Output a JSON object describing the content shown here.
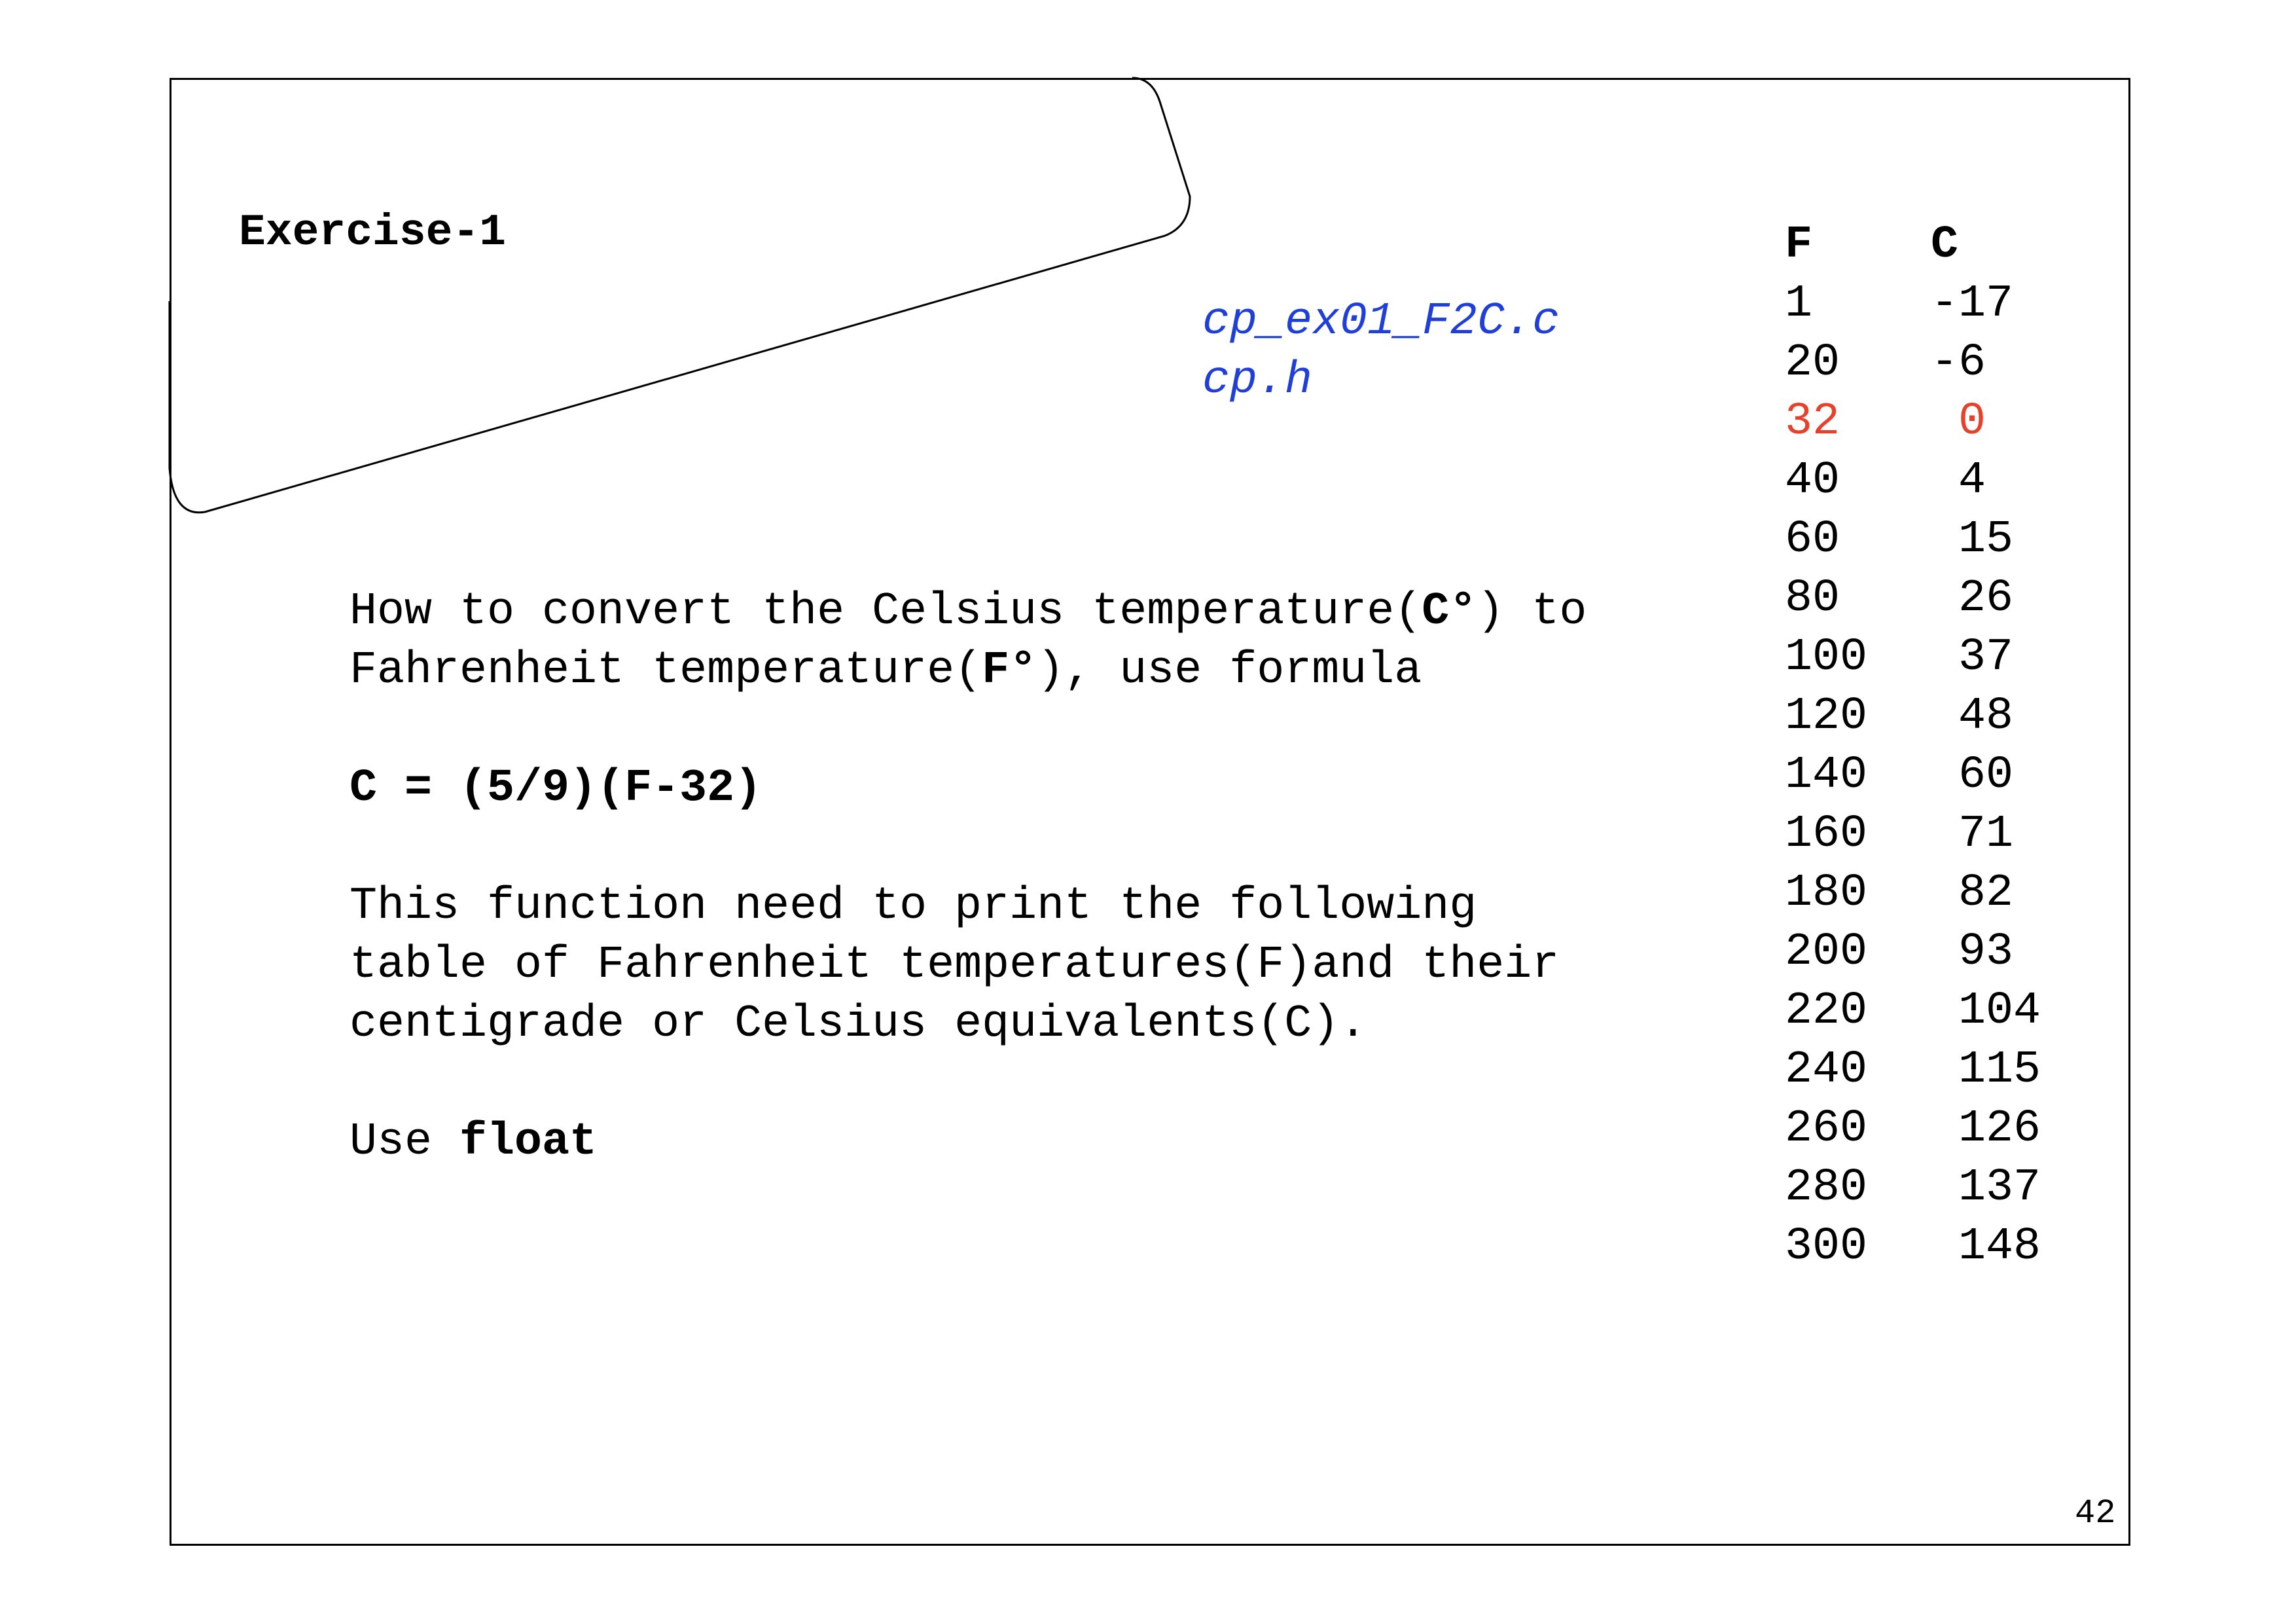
{
  "title": "Exercise-1",
  "files": [
    "cp_ex01_F2C.c",
    "cp.h"
  ],
  "body": {
    "intro_line1_a": "How to convert the Celsius temperature(",
    "intro_line1_b": "C°",
    "intro_line1_c": ") to",
    "intro_line2_a": "Fahrenheit temperature(",
    "intro_line2_b": "F°",
    "intro_line2_c": "), use formula",
    "formula": "C = (5/9)(F-32)",
    "desc_line1": "This function need to print the following",
    "desc_line2": "table of Fahrenheit temperatures(F)and their",
    "desc_line3": "centigrade or Celsius equivalents(C).",
    "use_prefix": "Use ",
    "use_type": "float"
  },
  "table": {
    "header_f": "F",
    "header_c": "C",
    "rows": [
      {
        "f": "1",
        "c": "-17"
      },
      {
        "f": "20",
        "c": "-6"
      },
      {
        "f": "32",
        "c": " 0"
      },
      {
        "f": "40",
        "c": " 4"
      },
      {
        "f": "60",
        "c": " 15"
      },
      {
        "f": "80",
        "c": " 26"
      },
      {
        "f": "100",
        "c": " 37"
      },
      {
        "f": "120",
        "c": " 48"
      },
      {
        "f": "140",
        "c": " 60"
      },
      {
        "f": "160",
        "c": " 71"
      },
      {
        "f": "180",
        "c": " 82"
      },
      {
        "f": "200",
        "c": " 93"
      },
      {
        "f": "220",
        "c": " 104"
      },
      {
        "f": "240",
        "c": " 115"
      },
      {
        "f": "260",
        "c": " 126"
      },
      {
        "f": "280",
        "c": " 137"
      },
      {
        "f": "300",
        "c": " 148"
      }
    ],
    "highlight_row": 2
  },
  "page_number": "42",
  "colors": {
    "file_link": "#1f3fd8",
    "highlight": "#e8412b"
  }
}
